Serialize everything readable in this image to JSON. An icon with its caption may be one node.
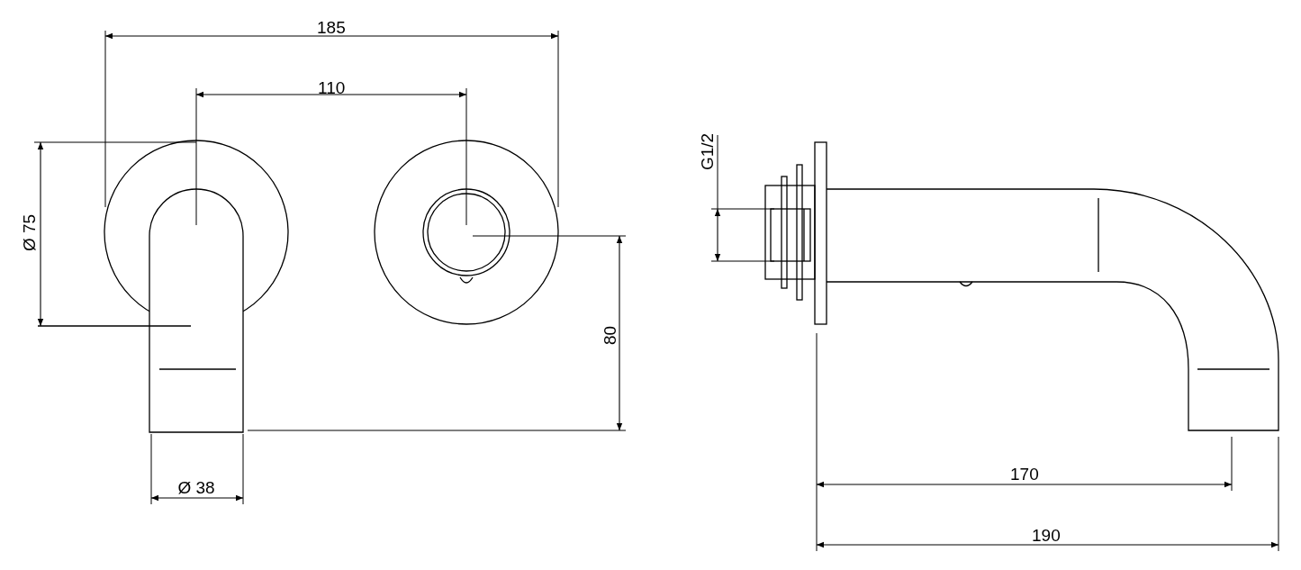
{
  "diagram": {
    "labels": [
      "185",
      "110",
      "Ø 75",
      "80",
      "Ø 38",
      "G1/2",
      "170",
      "190"
    ]
  }
}
